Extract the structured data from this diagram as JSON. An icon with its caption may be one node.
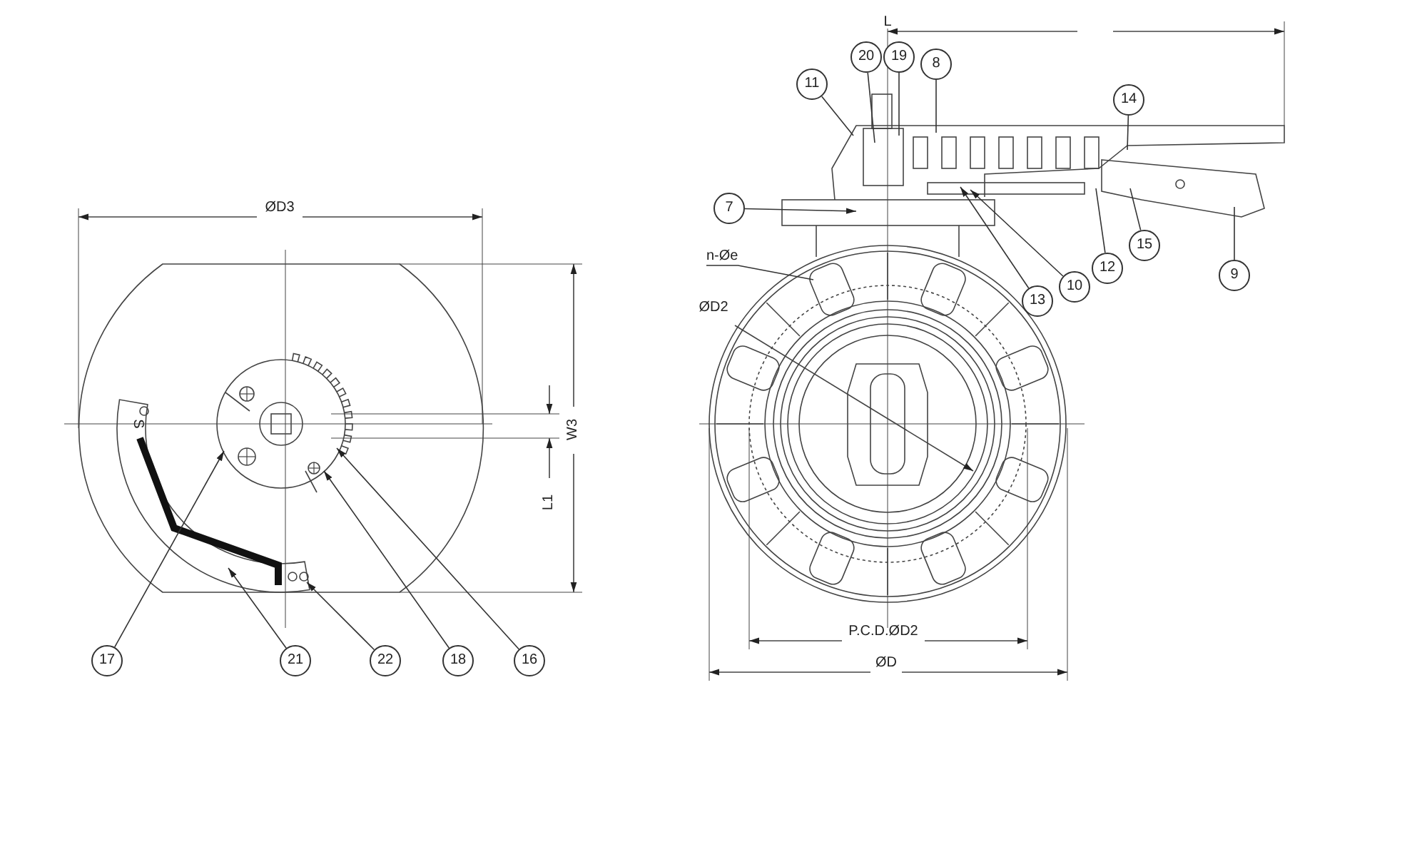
{
  "diagram": {
    "nodes": [
      {
        "text": [
          "20"
        ]
      },
      {
        "text": [
          "19"
        ]
      },
      {
        "text": [
          "8"
        ]
      },
      {
        "text": [
          "11"
        ]
      },
      {
        "text": [
          "14"
        ]
      },
      {
        "text": [
          "7"
        ]
      },
      {
        "text": [
          "15"
        ]
      },
      {
        "text": [
          "12"
        ]
      },
      {
        "text": [
          "9"
        ]
      },
      {
        "text": [
          "10"
        ]
      },
      {
        "text": [
          "13"
        ]
      },
      {
        "text": [
          "n-Øe"
        ]
      },
      {
        "text": [
          "17"
        ]
      },
      {
        "text": [
          "21"
        ]
      },
      {
        "text": [
          "22"
        ]
      },
      {
        "text": [
          "18"
        ]
      },
      {
        "text": [
          "16"
        ]
      }
    ],
    "edges": [
      {
        "from": 0,
        "to": null,
        "arrow": "none"
      },
      {
        "from": 1,
        "to": null,
        "arrow": "none"
      },
      {
        "from": 2,
        "to": null,
        "arrow": "none"
      },
      {
        "from": 3,
        "to": null,
        "arrow": "none"
      },
      {
        "from": 4,
        "to": null,
        "arrow": "none"
      },
      {
        "from": 5,
        "to": null,
        "arrow": "to"
      },
      {
        "from": 6,
        "to": null,
        "arrow": "none"
      },
      {
        "from": 7,
        "to": null,
        "arrow": "none"
      },
      {
        "from": 8,
        "to": null,
        "arrow": "none"
      },
      {
        "from": 9,
        "to": null,
        "arrow": "to"
      },
      {
        "from": 10,
        "to": null,
        "arrow": "to"
      },
      {
        "from": 11,
        "to": null,
        "arrow": "none"
      },
      {
        "from": 12,
        "to": null,
        "arrow": "to"
      },
      {
        "from": 13,
        "to": null,
        "arrow": "to"
      },
      {
        "from": 14,
        "to": null,
        "arrow": "to"
      },
      {
        "from": 15,
        "to": null,
        "arrow": "to"
      },
      {
        "from": 16,
        "to": null,
        "arrow": "to"
      }
    ],
    "labels": [
      "L",
      "ØD3",
      "ØD2",
      "S",
      "W3",
      "L1",
      "P.C.D.ØD2",
      "ØD"
    ]
  }
}
